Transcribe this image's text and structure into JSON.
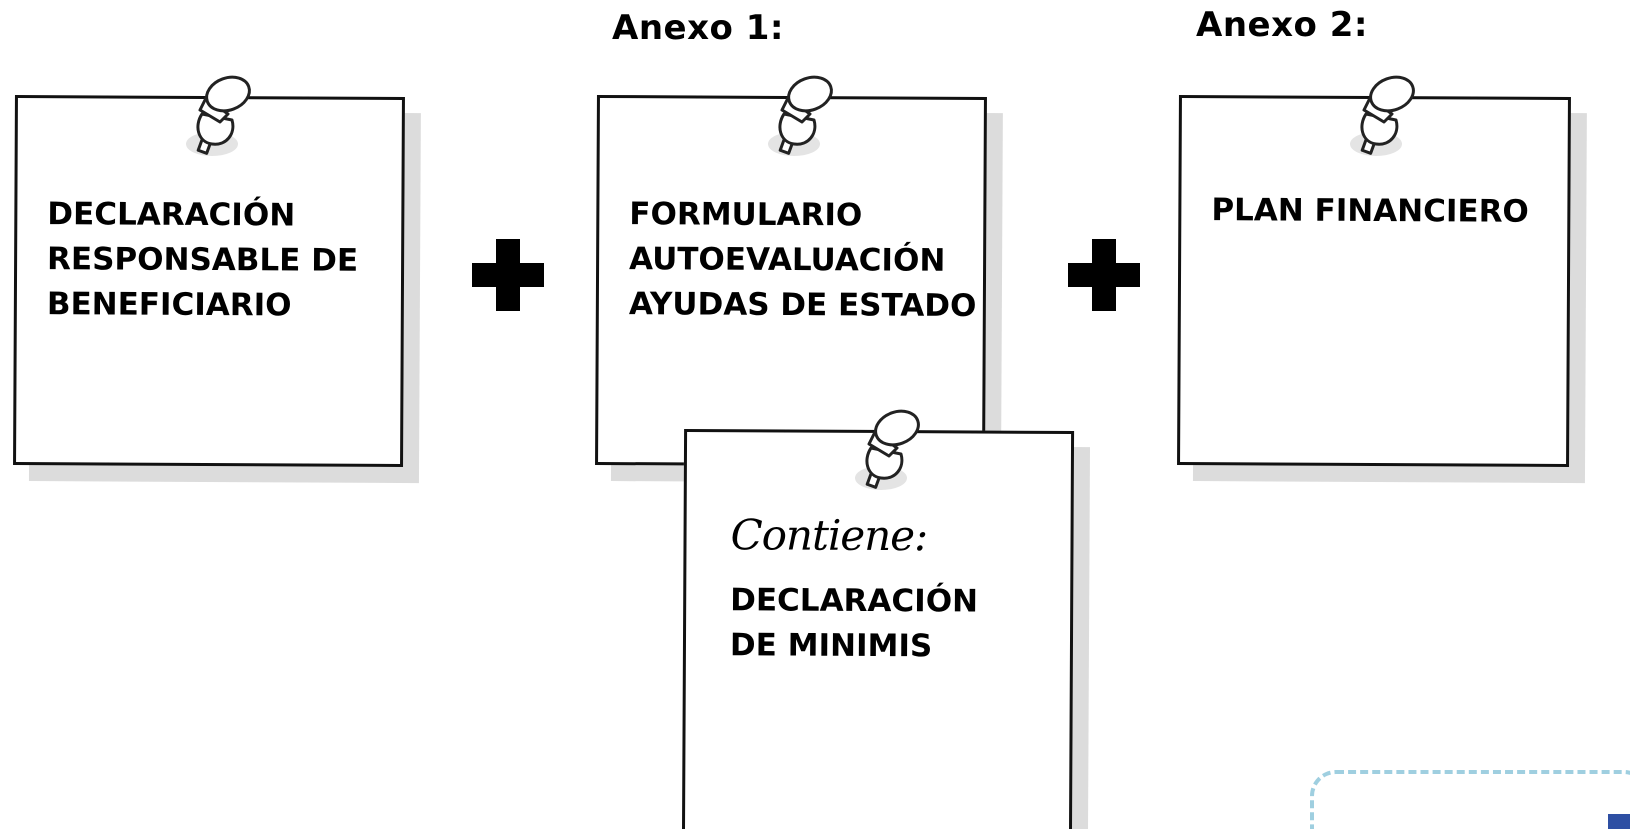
{
  "annex_headings": {
    "annex1": "Anexo 1:",
    "annex2": "Anexo 2:"
  },
  "notes": {
    "declaration": {
      "lines": [
        "DECLARACIÓN",
        "RESPONSABLE DE",
        "BENEFICIARIO"
      ]
    },
    "form": {
      "lines": [
        "FORMULARIO",
        "AUTOEVALUACIÓN",
        "AYUDAS DE ESTADO"
      ]
    },
    "plan": {
      "lines": [
        "PLAN FINANCIERO"
      ]
    },
    "minimis": {
      "label": "Contiene:",
      "lines": [
        "DECLARACIÓN",
        "DE MINIMIS"
      ]
    }
  },
  "operators": {
    "plus_1": "+",
    "plus_2": "+"
  },
  "icons": {
    "pin": "pushpin-icon",
    "plus": "plus-icon"
  },
  "colors": {
    "note_border": "#111111",
    "note_shadow": "#dcdcdc",
    "corner_dashed_border": "#9fcfe0",
    "corner_text": "#2e4fa3"
  }
}
